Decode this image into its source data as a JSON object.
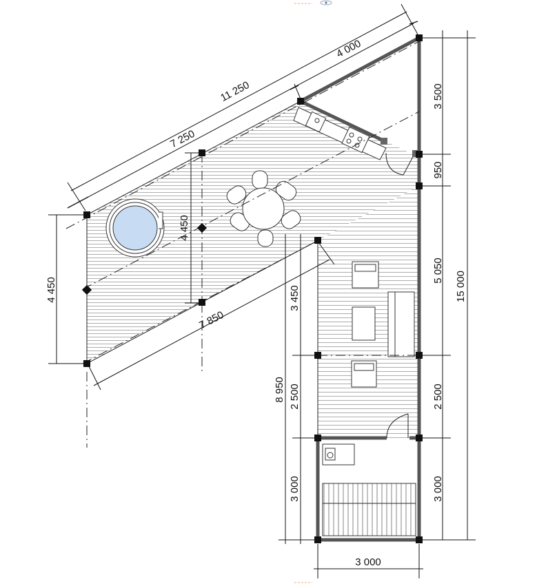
{
  "drawing": {
    "dimensions": {
      "diag_total": "11 250",
      "diag_upper": "4 000",
      "diag_lower": "7 250",
      "left_height": "4 450",
      "inner_height": "4 450",
      "lower_diag": "7 850",
      "right_top": "3 500",
      "right_950": "950",
      "right_mid": "5 050",
      "right_2500": "2 500",
      "right_3000": "3 000",
      "right_total": "15 000",
      "inner_3450": "3 450",
      "inner_2500": "2 500",
      "inner_3000": "3 000",
      "inner_total": "8 950",
      "bottom_width": "3 000"
    }
  }
}
